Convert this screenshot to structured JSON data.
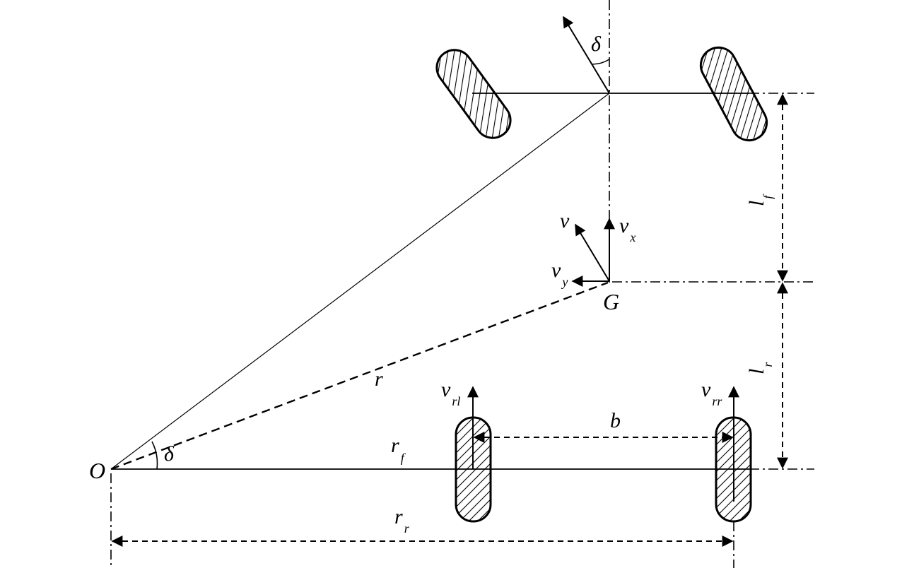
{
  "labels": {
    "origin": "O",
    "cog": "G",
    "steer_angle_top": "δ",
    "steer_angle_origin": "δ",
    "r": "r",
    "r_f": {
      "main": "r",
      "sub": "f"
    },
    "r_r": {
      "main": "r",
      "sub": "r"
    },
    "b": "b",
    "v": "v",
    "v_x": {
      "main": "v",
      "sub": "x"
    },
    "v_y": {
      "main": "v",
      "sub": "y"
    },
    "v_rl": {
      "main": "v",
      "sub": "rl"
    },
    "v_rr": {
      "main": "v",
      "sub": "rr"
    },
    "l_f": {
      "main": "l",
      "sub": "f"
    },
    "l_r": {
      "main": "l",
      "sub": "r"
    }
  }
}
